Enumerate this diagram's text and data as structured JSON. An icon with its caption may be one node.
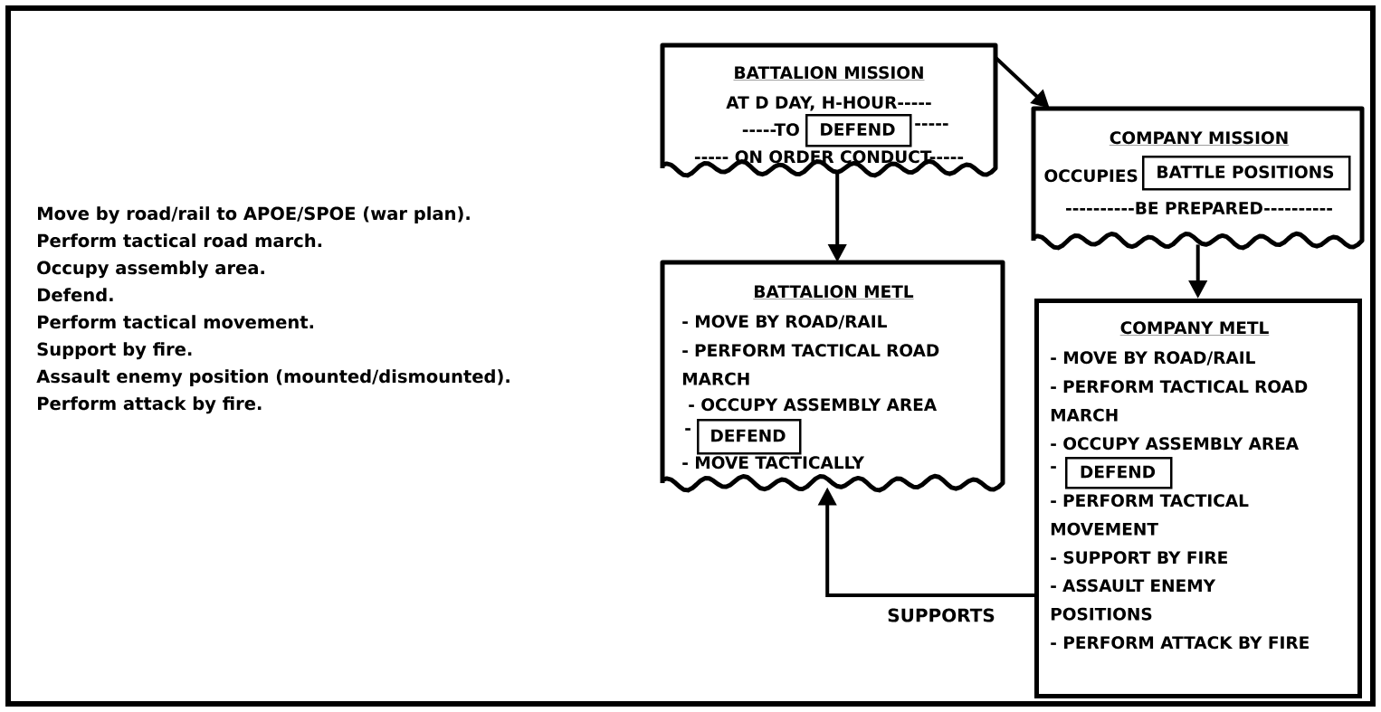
{
  "diagram": {
    "nodes": [
      {
        "text": [
          "BATTALION MISSION",
          "AT D DAY, H-HOUR-----",
          "-----TO",
          "-----",
          "----- ON ORDER CONDUCT-----"
        ]
      },
      {
        "text": [
          "DEFEND"
        ],
        "in": 0
      },
      {
        "text": [
          "COMPANY MISSION",
          "OCCUPIES",
          "----------BE PREPARED----------"
        ]
      },
      {
        "text": [
          "BATTLE POSITIONS"
        ],
        "in": 2
      },
      {
        "text": [
          "BATTALION METL",
          "- MOVE BY ROAD/RAIL",
          "- PERFORM TACTICAL ROAD MARCH",
          "- OCCUPY ASSEMBLY AREA",
          "-",
          "- MOVE TACTICALLY"
        ]
      },
      {
        "text": [
          "DEFEND"
        ],
        "in": 4
      },
      {
        "text": [
          "COMPANY METL",
          "- MOVE BY ROAD/RAIL",
          "- PERFORM TACTICAL ROAD MARCH",
          "- OCCUPY ASSEMBLY AREA",
          "-",
          "- PERFORM TACTICAL MOVEMENT",
          "- SUPPORT BY FIRE",
          "- ASSAULT ENEMY POSITIONS",
          "- PERFORM ATTACK BY FIRE"
        ]
      },
      {
        "text": [
          "DEFEND"
        ],
        "in": 6
      }
    ],
    "edges": [
      {
        "from": 0,
        "to": 2,
        "arrow": "to"
      },
      {
        "from": 0,
        "to": 4,
        "arrow": "to"
      },
      {
        "from": 2,
        "to": 6,
        "arrow": "to"
      },
      {
        "from": 6,
        "to": 4,
        "arrow": "to",
        "label": "SUPPORTS"
      }
    ],
    "labels": [
      "Move by road/rail to APOE/SPOE (war plan).",
      "Perform tactical road march.",
      "Occupy assembly area.",
      "Defend.",
      "Perform tactical movement.",
      "Support by fire.",
      "Assault  enemy position (mounted/dismounted).",
      "Perform attack by fire."
    ]
  }
}
